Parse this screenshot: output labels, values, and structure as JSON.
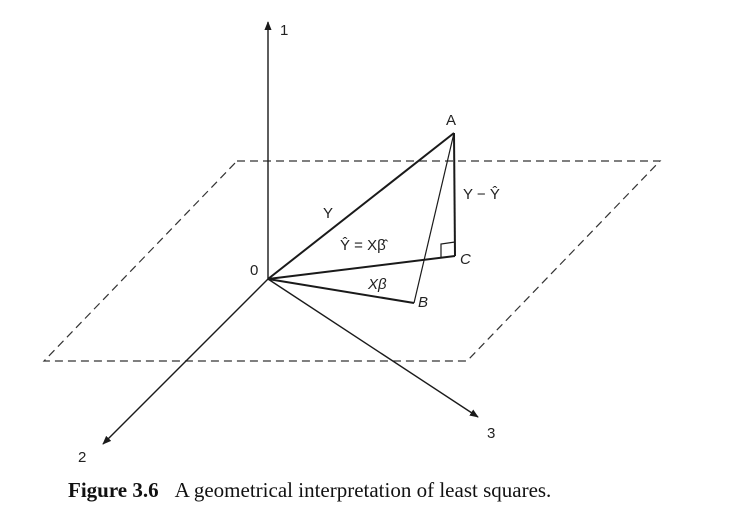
{
  "diagram": {
    "axes": {
      "axis1": "1",
      "axis2": "2",
      "axis3": "3",
      "origin": "0"
    },
    "points": {
      "A": "A",
      "B": "B",
      "C": "C"
    },
    "vectors": {
      "y": "Y",
      "y_hat": "Ŷ = Xβ̂",
      "residual": "Y − Ŷ",
      "x_beta": "Xβ"
    }
  },
  "caption": {
    "number": "Figure 3.6",
    "text": "A geometrical interpretation of least squares."
  },
  "colors": {
    "line": "#1a1a1a",
    "text": "#222222"
  }
}
